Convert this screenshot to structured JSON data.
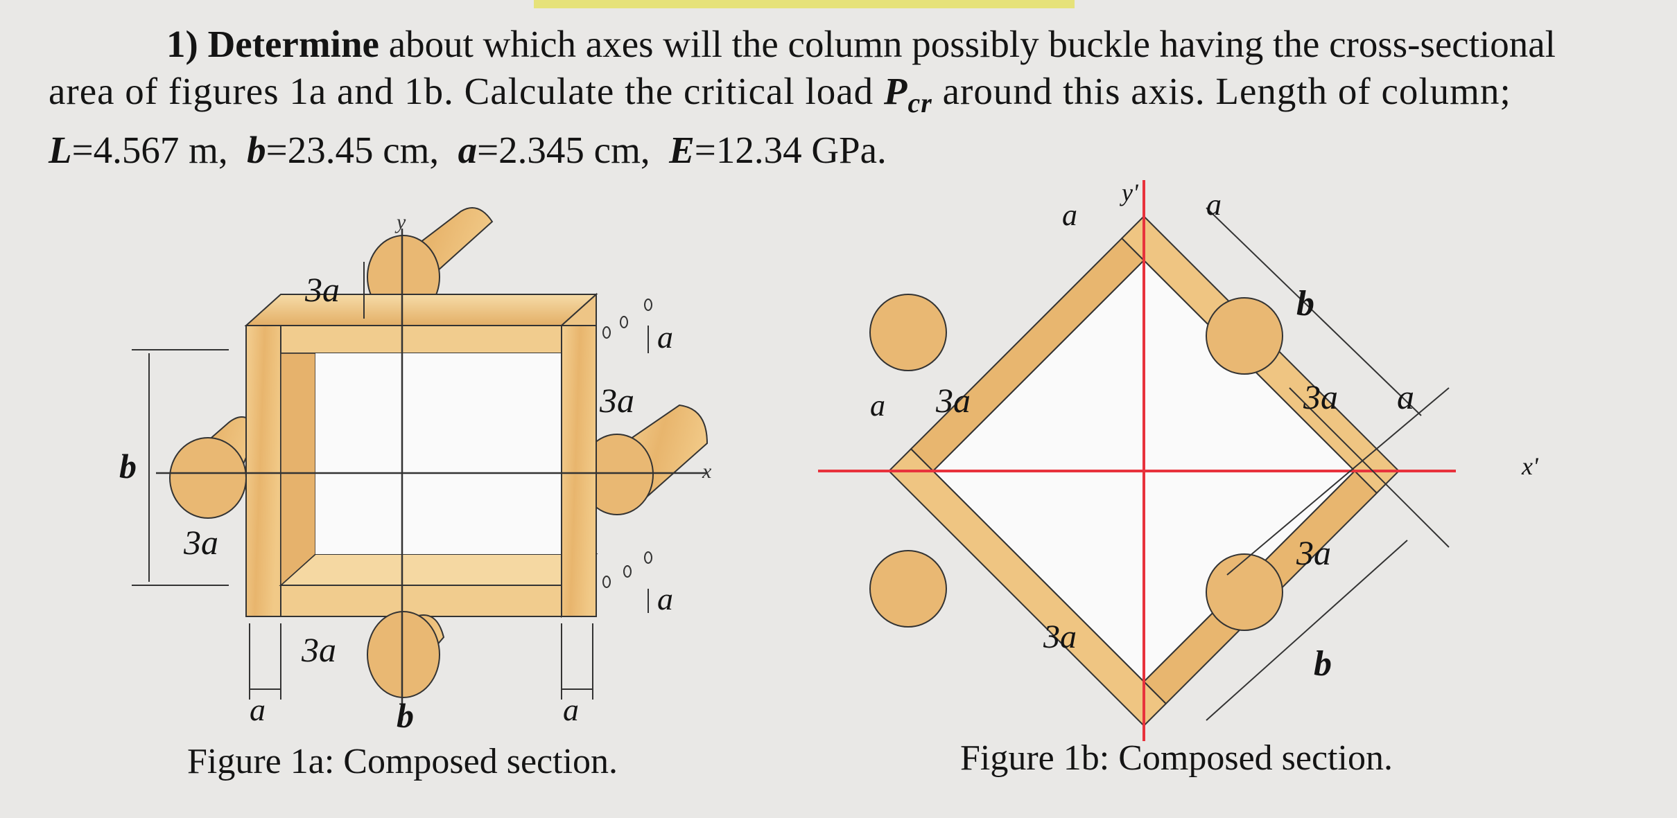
{
  "problem": {
    "number": "1)",
    "verb": "Determine",
    "line1_rest": "about which axes will the column possibly buckle having the cross-sectional",
    "line2_a": "area of figures 1a and 1b. Calculate the critical load",
    "pcr_symbol": "P",
    "pcr_sub": "cr",
    "line2_b": "around this axis. Length of column;",
    "L_sym": "L",
    "L_val": "=4.567 m,",
    "b_sym": "b",
    "b_val": "=23.45 cm,",
    "a_sym": "a",
    "a_val": "=2.345 cm,",
    "E_sym": "E",
    "E_val": "=12.34 GPa."
  },
  "figure_1a": {
    "caption": "Figure 1a: Composed section.",
    "axis_y": "y",
    "axis_x": "x",
    "dim_labels": {
      "top_3a": "3a",
      "right_a_top": "a",
      "right_3a": "3a",
      "left_b": "b",
      "left_3a": "3a",
      "right_a_bottom": "a",
      "bottom_3a": "3a",
      "bottom_a_left": "a",
      "bottom_b": "b",
      "bottom_a_right": "a"
    }
  },
  "figure_1b": {
    "caption": "Figure 1b: Composed section.",
    "axis_y": "y'",
    "axis_x": "x'",
    "dim_labels": {
      "top_a_left": "a",
      "top_a_right": "a",
      "upper_b": "b",
      "right_3a": "3a",
      "right_a": "a",
      "left_a": "a",
      "left_3a": "3a",
      "lower_3a": "3a",
      "bottom_3a": "3a",
      "lower_b": "b"
    }
  },
  "colors": {
    "wood": "#ecc07e",
    "wood_dark": "#d29a52",
    "wood_light": "#f6d9a6",
    "outline": "#2a2a2a",
    "axis_red": "#e8323c"
  }
}
